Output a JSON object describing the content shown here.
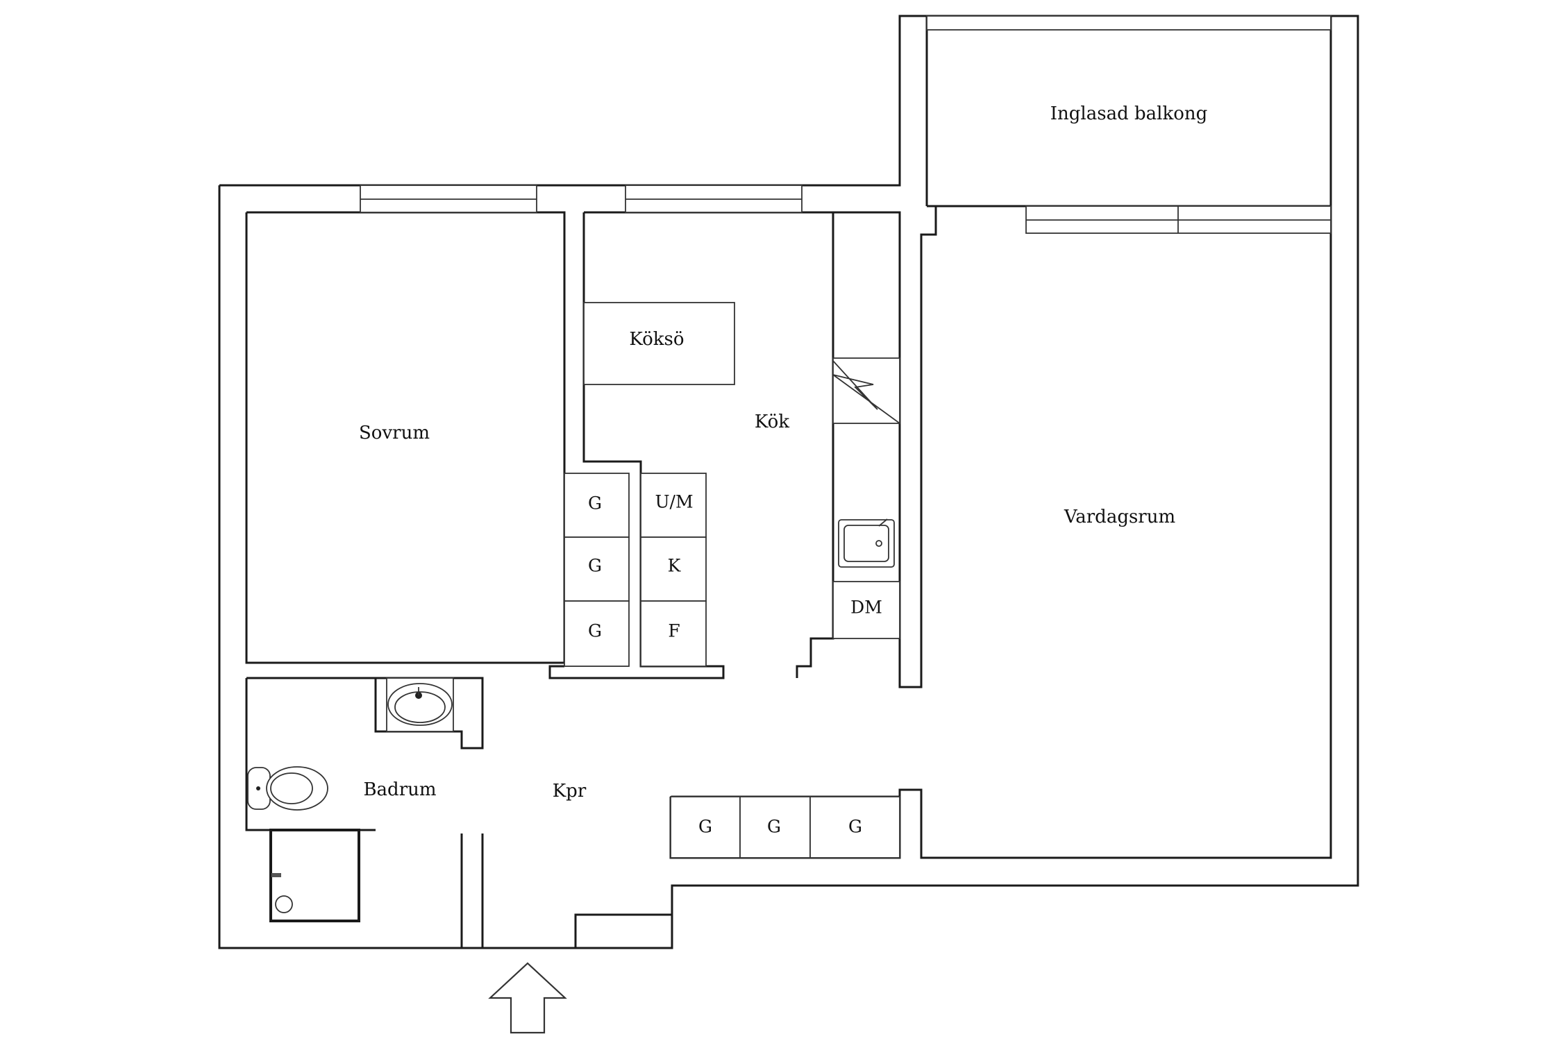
{
  "floorplan": {
    "rooms": {
      "balcony": "Inglasad balkong",
      "bedroom": "Sovrum",
      "kitchen": "Kök",
      "kitchen_island": "Köksö",
      "living_room": "Vardagsrum",
      "bathroom": "Badrum",
      "hallway": "Kpr"
    },
    "cabinets": {
      "wardrobe_top": "G",
      "wardrobe_mid": "G",
      "wardrobe_bottom": "G",
      "microwave_oven": "U/M",
      "fridge": "K",
      "freezer": "F",
      "dishwasher": "DM",
      "hall_wardrobe_1": "G",
      "hall_wardrobe_2": "G",
      "hall_wardrobe_3": "G"
    },
    "icons": {
      "entrance": "arrow-up-icon",
      "sink": "kitchen-sink-icon",
      "basin": "wash-basin-icon",
      "toilet": "toilet-icon",
      "shower": "shower-icon",
      "chimney": "chimney-icon"
    },
    "colors": {
      "line": "#1a1a1a",
      "background": "#ffffff"
    }
  }
}
